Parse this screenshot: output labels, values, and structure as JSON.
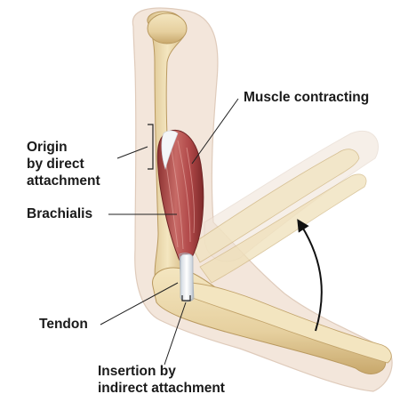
{
  "labels": {
    "muscle_contracting": "Muscle contracting",
    "origin": [
      "Origin",
      "by direct",
      "attachment"
    ],
    "brachialis": "Brachialis",
    "tendon": "Tendon",
    "insertion": [
      "Insertion by",
      "indirect attachment"
    ]
  },
  "colors": {
    "bone": "#eddcae",
    "bone_shade": "#c9ae74",
    "skin": "#f0e2d6",
    "skin_edge": "#dcc6b4",
    "muscle": "#b14a4a",
    "muscle_light": "#d98a84",
    "tendon": "#eaeef2",
    "leader_line": "#222222",
    "arrow": "#111111"
  }
}
